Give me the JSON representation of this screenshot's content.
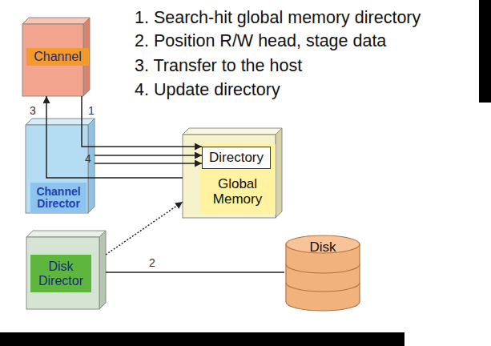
{
  "diagram": {
    "nodes": [
      {
        "text": [
          "Channel"
        ]
      },
      {
        "text": [
          "Channel Director"
        ]
      },
      {
        "text": [
          "Global Memory"
        ]
      },
      {
        "text": [
          "Directory"
        ],
        "in": 2
      },
      {
        "text": [
          "Disk Director"
        ]
      },
      {
        "text": [
          "Disk"
        ]
      }
    ],
    "edges": [
      {
        "from": 0,
        "to": 3,
        "arrow": "to",
        "label": "1"
      },
      {
        "from": 1,
        "to": 3,
        "arrow": "to",
        "label": "4"
      },
      {
        "from": 1,
        "to": 3,
        "arrow": "to"
      },
      {
        "from": 2,
        "to": 0,
        "arrow": "to",
        "label": "3"
      },
      {
        "from": 4,
        "to": 5,
        "arrow": "none",
        "label": "2"
      },
      {
        "from": 4,
        "to": 2,
        "arrow": "to"
      }
    ],
    "labels": [
      "1. Search-hit global memory directory",
      "2. Position R/W head, stage data",
      "3. Transfer to the host",
      "4. Update directory"
    ]
  }
}
